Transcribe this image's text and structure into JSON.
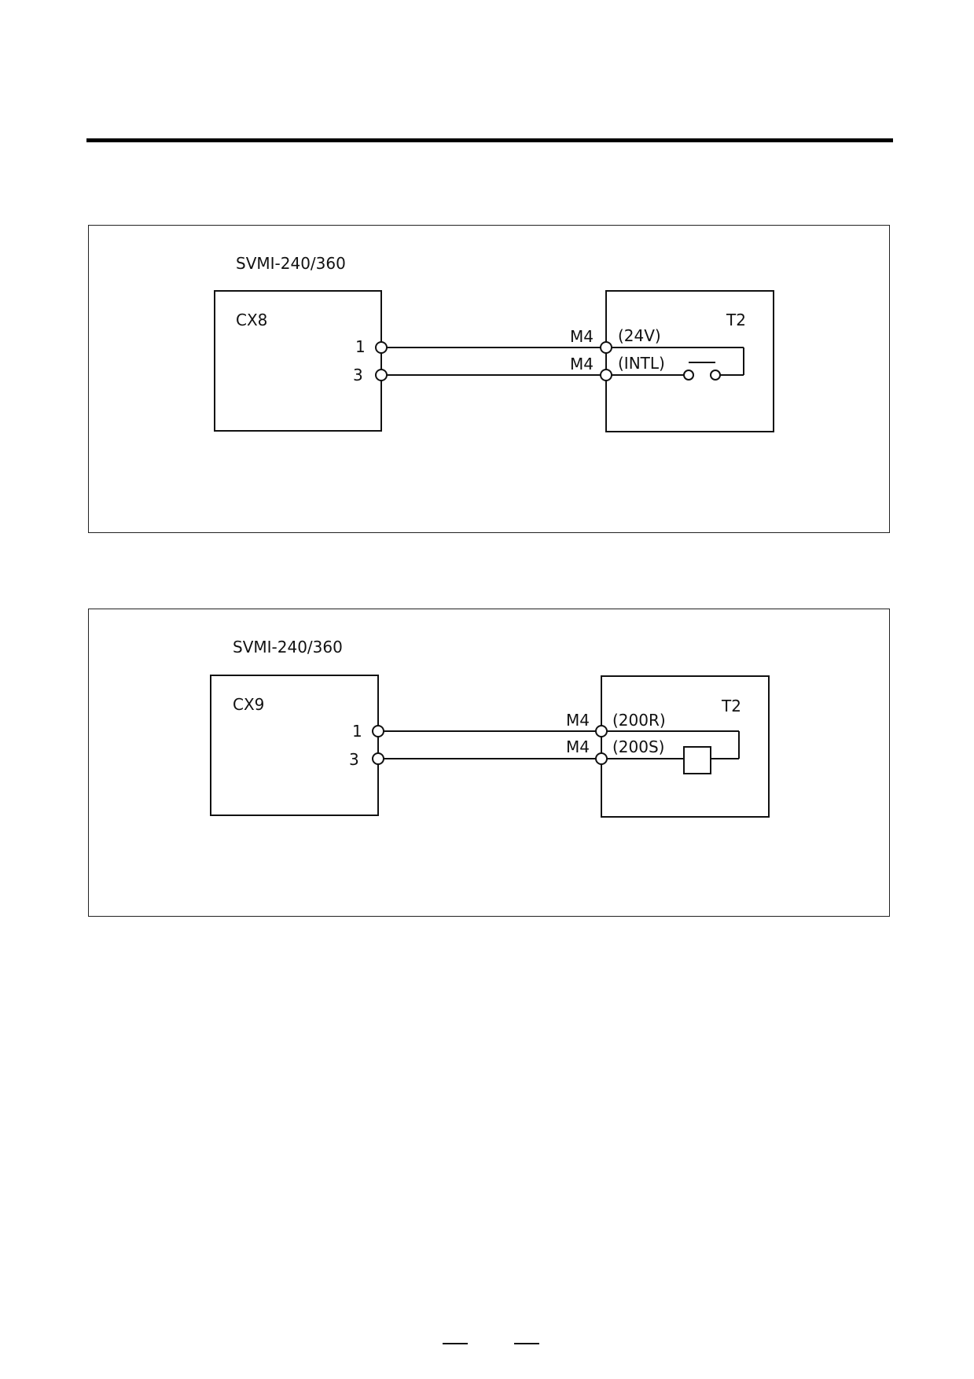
{
  "diagrams": [
    {
      "title": "SVMI-240/360",
      "left_box": {
        "label": "CX8",
        "pins": [
          "1",
          "3"
        ]
      },
      "right_box": {
        "label": "T2",
        "terminal_size": "M4",
        "terminals": [
          {
            "size": "M4",
            "signal": "(24V)"
          },
          {
            "size": "M4",
            "signal": "(INTL)"
          }
        ],
        "component": "switch-contact"
      }
    },
    {
      "title": "SVMI-240/360",
      "left_box": {
        "label": "CX9",
        "pins": [
          "1",
          "3"
        ]
      },
      "right_box": {
        "label": "T2",
        "terminal_size": "M4",
        "terminals": [
          {
            "size": "M4",
            "signal": "(200R)"
          },
          {
            "size": "M4",
            "signal": "(200S)"
          }
        ],
        "component": "coil-block"
      }
    }
  ]
}
